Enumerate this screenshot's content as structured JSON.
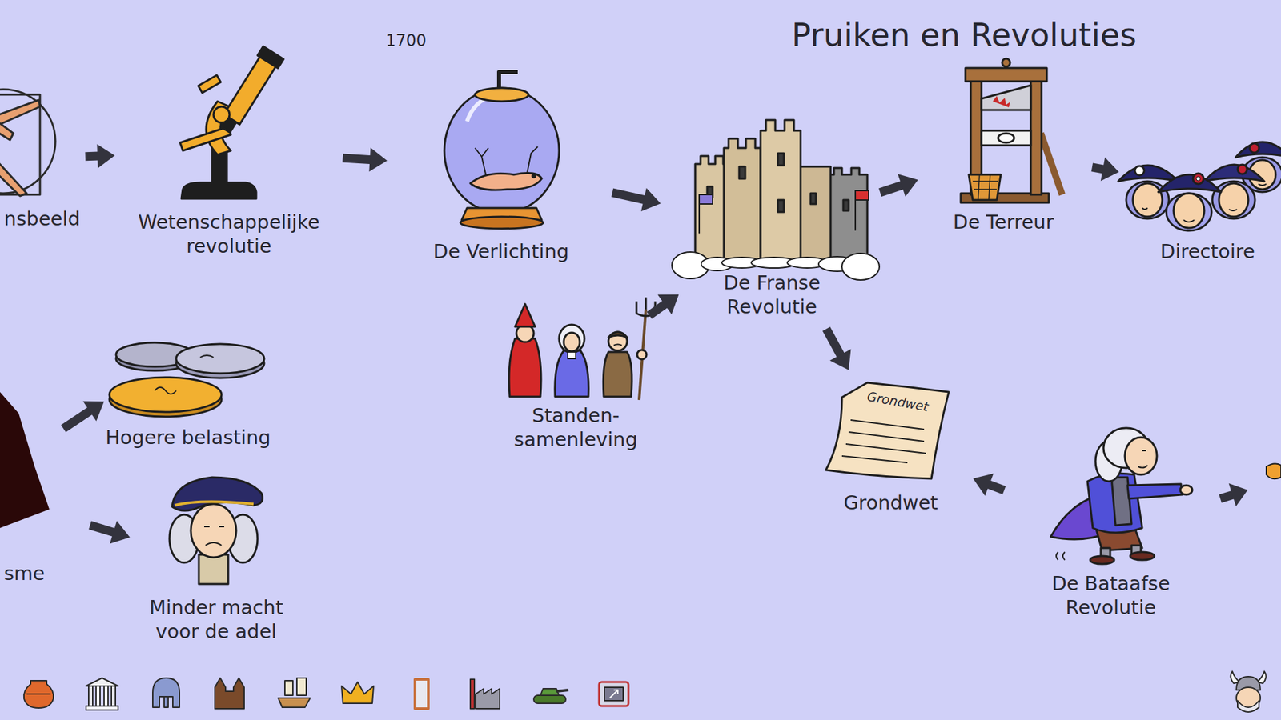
{
  "diagram": {
    "title": "Pruiken en Revoluties",
    "nodes": [
      {
        "text": [
          "nsbeeld"
        ]
      },
      {
        "text": [
          "Wetenschappelijke revolutie"
        ]
      },
      {
        "text": [
          "De Verlichting"
        ]
      },
      {
        "text": [
          "De Franse Revolutie"
        ]
      },
      {
        "text": [
          "De Terreur"
        ]
      },
      {
        "text": [
          "Directoire"
        ]
      },
      {
        "text": [
          "Standen- samenleving"
        ]
      },
      {
        "text": [
          "Hogere belasting"
        ]
      },
      {
        "text": [
          "sme"
        ]
      },
      {
        "text": [
          "Minder macht voor de adel"
        ]
      },
      {
        "text": [
          "Grondwet",
          "Grondwet"
        ]
      },
      {
        "text": [
          "De Bataafse Revolutie"
        ]
      }
    ],
    "edges": [
      {
        "from": 0,
        "to": 1,
        "arrow": "to"
      },
      {
        "from": 1,
        "to": 2,
        "arrow": "to"
      },
      {
        "from": 2,
        "to": 3,
        "arrow": "to"
      },
      {
        "from": 6,
        "to": 3,
        "arrow": "to"
      },
      {
        "from": 3,
        "to": 4,
        "arrow": "to"
      },
      {
        "from": 4,
        "to": 5,
        "arrow": "to"
      },
      {
        "from": 3,
        "to": 10,
        "arrow": "to"
      },
      {
        "from": 11,
        "to": 10,
        "arrow": "to"
      },
      {
        "from": 8,
        "to": 7,
        "arrow": "to"
      },
      {
        "from": 8,
        "to": 9,
        "arrow": "to"
      }
    ],
    "labels": [
      "1700"
    ]
  }
}
